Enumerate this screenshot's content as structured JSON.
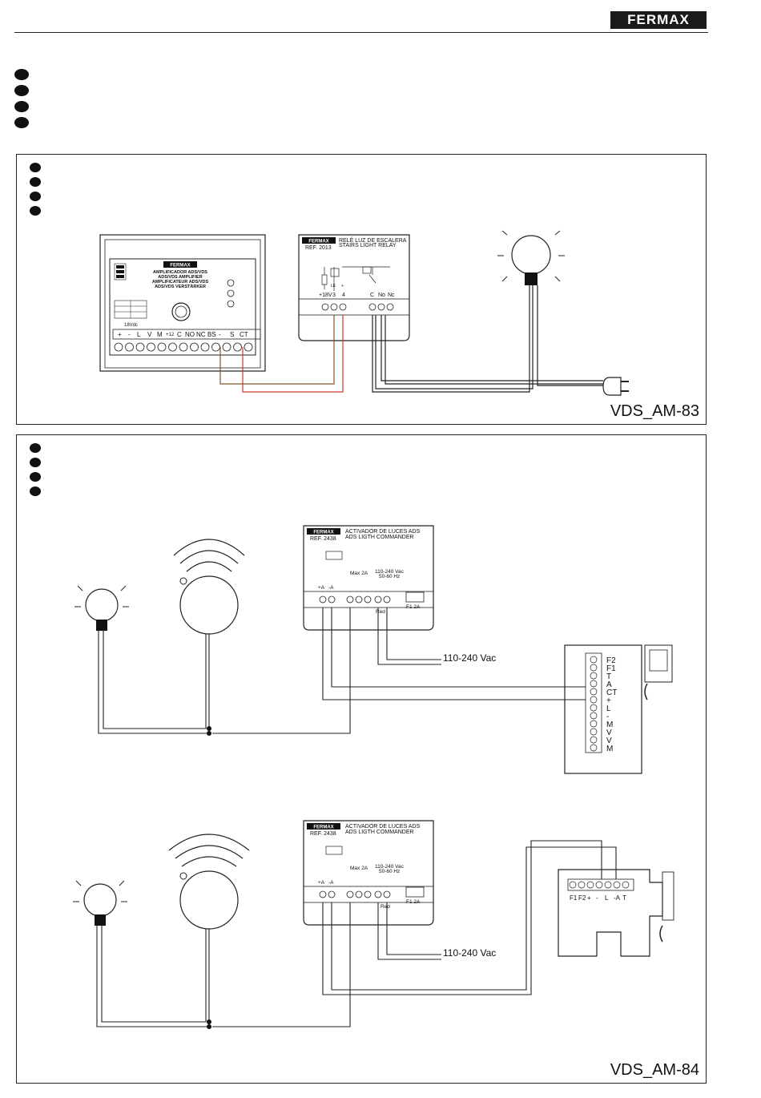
{
  "header": {
    "brand": "FERMAX"
  },
  "diagram1": {
    "label": "VDS_AM-83",
    "amplifier": {
      "brand": "FERMAX",
      "title_lines": [
        "AMPLIFICADOR ADS/VDS",
        "ADS/VDS AMPLIFIER",
        "AMPLIFICATEUR ADS/VDS",
        "ADS/VDS VERSTÄRKER"
      ],
      "supply": "18Vdc",
      "terminals": [
        "+",
        "-",
        "L",
        "V",
        "M",
        "+12",
        "C",
        "NO",
        "NC",
        "BS",
        "-",
        "S",
        "CT"
      ]
    },
    "relay": {
      "brand": "FERMAX",
      "title_lines": [
        "RELÉ LUZ DE ESCALERA",
        "STAIRS LIGHT RELAY"
      ],
      "ref": "REF. 2013",
      "terminals": [
        "+18V",
        "3",
        "4",
        "C",
        "No",
        "Nc"
      ],
      "small_labels": [
        "LE",
        "+"
      ]
    }
  },
  "diagram2": {
    "label": "VDS_AM-84",
    "commander": {
      "brand": "FERMAX",
      "title_lines": [
        "ACTIVADOR DE LUCES ADS",
        "ADS LIGTH COMMANDER"
      ],
      "ref": "REF. 2438",
      "max": "Max 2A",
      "supply_lines": [
        "110-240 Vac",
        "50-60 Hz"
      ],
      "terminals": [
        "+A",
        "-A"
      ],
      "red": "Red",
      "fuse": "F1 2A"
    },
    "mains_label": "110-240 Vac",
    "monitor_terminals": [
      "F2",
      "F1",
      "T",
      "A",
      "CT",
      "+",
      "L",
      "-",
      "M",
      "V",
      "V",
      "M"
    ],
    "phone_terminals": [
      "F1",
      "F2",
      "+",
      "-",
      "L",
      "-A",
      "T"
    ]
  }
}
